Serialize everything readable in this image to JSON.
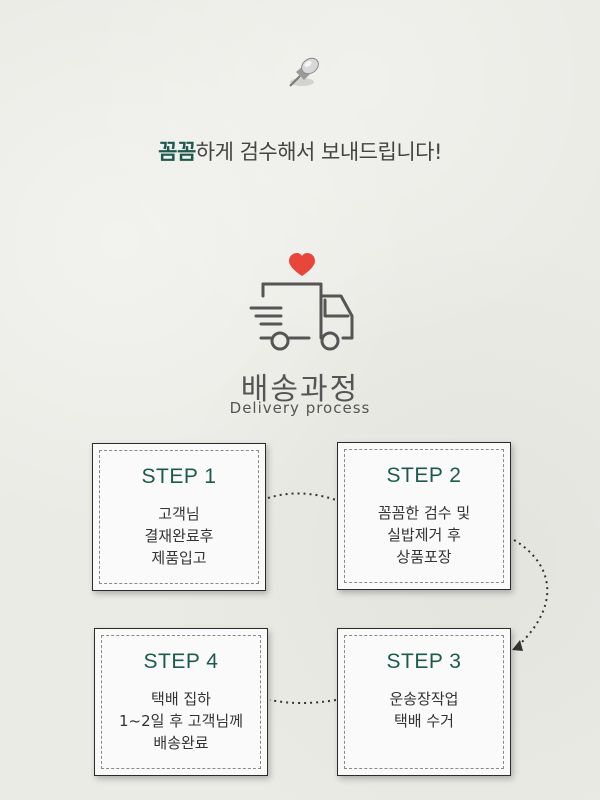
{
  "headline": {
    "accent": "꼼꼼",
    "rest": "하게 검수해서 보내드립니다!"
  },
  "section": {
    "title": "배송과정",
    "subtitle": "Delivery process"
  },
  "colors": {
    "accent": "#1d5a4e",
    "heart": "#e8463a",
    "truck": "#555555"
  },
  "icons": {
    "pin": "pushpin-icon",
    "truck": "delivery-truck-icon",
    "heart": "heart-icon"
  },
  "steps": [
    {
      "label": "STEP 1",
      "lines": [
        "고객님",
        "결재완료후",
        "제품입고"
      ]
    },
    {
      "label": "STEP 2",
      "lines": [
        "꼼꼼한 검수 및",
        "실밥제거 후",
        "상품포장"
      ]
    },
    {
      "label": "STEP 3",
      "lines": [
        "운송장작업",
        "택배 수거"
      ]
    },
    {
      "label": "STEP 4",
      "lines": [
        "택배 집하",
        "1~2일 후 고객님께",
        "배송완료"
      ]
    }
  ]
}
